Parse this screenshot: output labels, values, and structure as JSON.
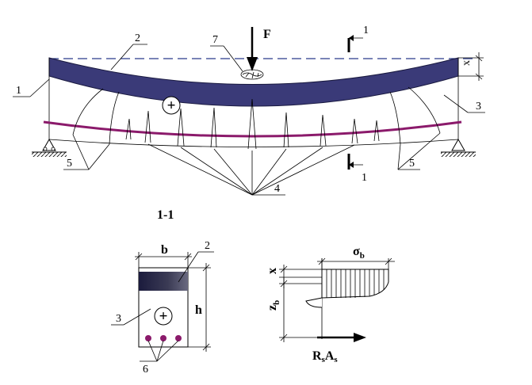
{
  "labels": {
    "n1": "1",
    "n2": "2",
    "n3": "3",
    "n4": "4",
    "n5": "5",
    "n6": "6",
    "n7": "7",
    "force": "F",
    "height_x": "x",
    "section_title": "1-1",
    "section_mark": "1",
    "width_b": "b",
    "height_h": "h",
    "x": "x",
    "z": "z",
    "z_sub": "b",
    "sigma": "σ",
    "sigma_sub": "b",
    "rs": "R",
    "rs_sub": "s",
    "as": "A",
    "as_sub": "s",
    "plus": "+"
  },
  "colors": {
    "beam_compressed_zone": "#3a3a78",
    "reinforcement": "#8b1a6b",
    "dashed_outline": "#2a3a8a"
  }
}
